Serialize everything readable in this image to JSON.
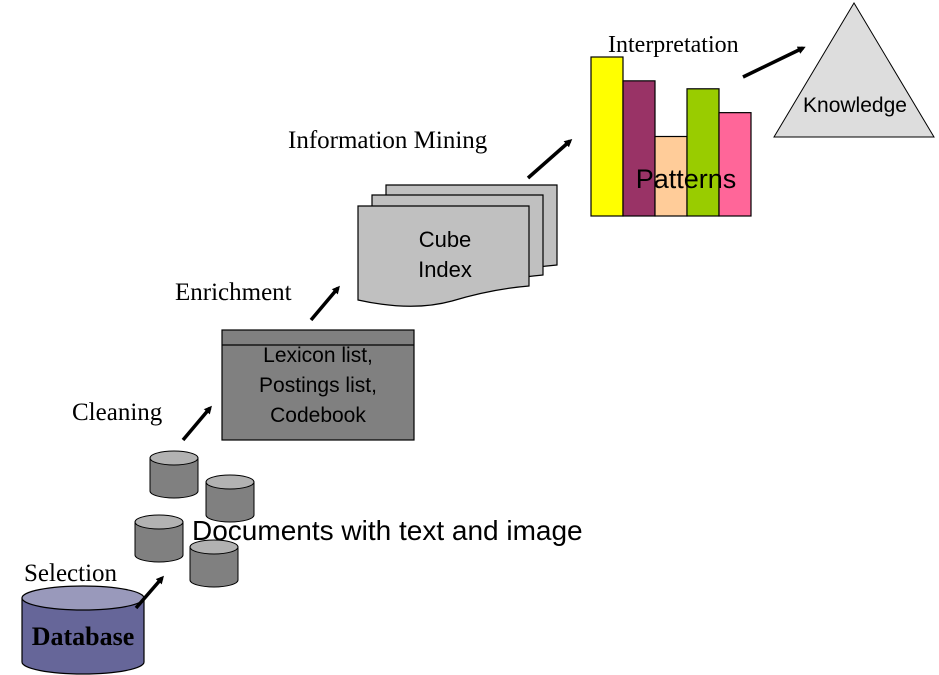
{
  "stages": {
    "selection": "Selection",
    "cleaning": "Cleaning",
    "enrichment": "Enrichment",
    "information_mining": "Information Mining",
    "interpretation": "Interpretation"
  },
  "nodes": {
    "database": "Database",
    "documents": "Documents with text and image",
    "lexicon_lines": [
      "Lexicon list,",
      "Postings list,",
      "Codebook"
    ],
    "cube_lines": [
      "Cube",
      "Index"
    ],
    "patterns": "Patterns",
    "knowledge": "Knowledge"
  },
  "colors": {
    "database_body": "#666699",
    "database_top": "#9999bb",
    "cylinder_body": "#808080",
    "cylinder_top": "#b2b2b2",
    "lexicon_box": "#808080",
    "cube_pages": "#c0c0c0",
    "knowledge_triangle": "#dddddd",
    "pattern_bars": [
      "#ffff00",
      "#993366",
      "#ffcc99",
      "#99cc00",
      "#ff6699"
    ]
  },
  "pattern_bar_heights_relative": [
    1.0,
    0.85,
    0.5,
    0.8,
    0.65
  ]
}
